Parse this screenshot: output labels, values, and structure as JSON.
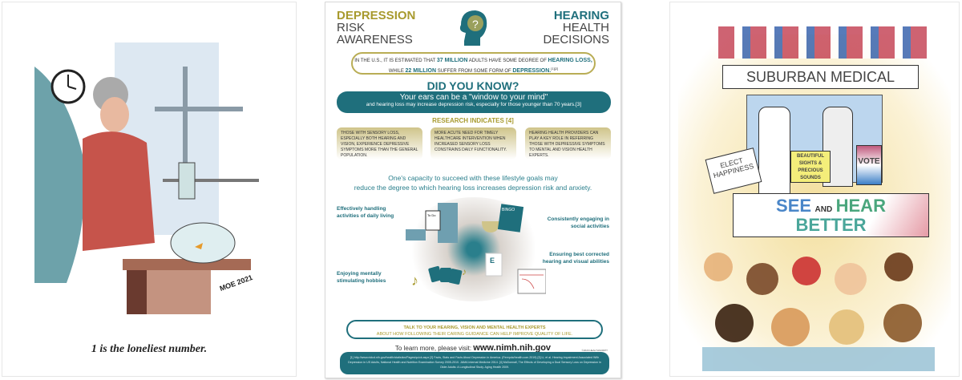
{
  "cartoon_left": {
    "caption": "1 is the loneliest number.",
    "signature": "MOE 2021"
  },
  "infographic": {
    "title_left": {
      "bold": "DEPRESSION",
      "line2": "RISK",
      "line3": "AWARENESS"
    },
    "title_right": {
      "bold": "HEARING",
      "line2": "HEALTH",
      "line3": "DECISIONS"
    },
    "stat": {
      "p1": "IN THE U.S., IT IS ESTIMATED THAT ",
      "n1": "37 MILLION",
      "p2": " ADULTS HAVE SOME DEGREE OF ",
      "t1": "HEARING LOSS,",
      "p3": "WHILE ",
      "n2": "22 MILLION",
      "p4": " SUFFER FROM SOME FORM OF ",
      "t2": "DEPRESSION.",
      "ref": "[1][2]"
    },
    "did_you_know": "DID YOU KNOW?",
    "pill_main": "Your ears can be a \"window to your mind\"",
    "pill_sub": "and hearing loss may increase depression risk, especially for those younger than 70 years.[3]",
    "research_title": "RESEARCH INDICATES [4]",
    "research": [
      "THOSE WITH SENSORY LOSS, ESPECIALLY BOTH HEARING AND VISION, EXPERIENCE DEPRESSIVE SYMPTOMS MORE THAN THE GENERAL POPULATION.",
      "MORE ACUTE NEED FOR TIMELY HEALTHCARE INTERVENTION WHEN INCREASED SENSORY LOSS CONSTRAINS DAILY FUNCTIONALITY.",
      "HEARING HEALTH PROVIDERS CAN PLAY A KEY ROLE IN REFERRING THOSE WITH DEPRESSIVE SYMPTOMS TO MENTAL AND VISION HEALTH EXPERTS."
    ],
    "lifestyle_1": "One's capacity to succeed with these lifestyle goals may",
    "lifestyle_2": "reduce the degree to which hearing loss increases depression risk and anxiety.",
    "goals": [
      "Effectively handling activities of daily living",
      "Consistently engaging in social activities",
      "Enjoying mentally stimulating hobbies",
      "Ensuring best corrected hearing and visual abilities"
    ],
    "icon_labels": {
      "todo": "To Do",
      "bingo": "BINGO"
    },
    "cta_1": "TALK TO YOUR HEARING, VISION AND MENTAL HEALTH EXPERTS",
    "cta_2": "ABOUT HOW FOLLOWING THEIR CARING GUIDANCE CAN HELP IMPROVE QUALITY OF LIFE.",
    "learn_prefix": "To learn more, please visit: ",
    "learn_url": "www.nimh.nih.gov",
    "copyright": "©2020 HEALTHSCRIPT",
    "references": "[1] http://www.nidcd.nih.gov/health/statistics/Pages/quick.aspx [2] Facts, Stats and Facts About Depression in America. (Ferepda/health.com.2019) [3] Li, et al. Hearing Impairment Associated With Depression in US Adults, National Health and Nutrition Examination Survey 2005-2010. JAMA Internal Medicine 2014. [4] McDonnall, The Effects of Developing a Dual Sensory Loss on Depression in Older Adults: A Longitudinal Study. Aging Health 2009.",
    "colors": {
      "teal": "#1f6f7c",
      "olive": "#a89a2e"
    }
  },
  "cartoon_right": {
    "banner": "SUBURBAN MEDICAL",
    "sign_left": "ELECT HAPPINESS",
    "podium": "BEAUTIFUL SIGHTS & PRECIOUS SOUNDS",
    "vote": "VOTE",
    "banner_bottom_1": "SEE",
    "banner_bottom_and": "AND",
    "banner_bottom_2": "HEAR",
    "banner_bottom_3": "BETTER"
  }
}
